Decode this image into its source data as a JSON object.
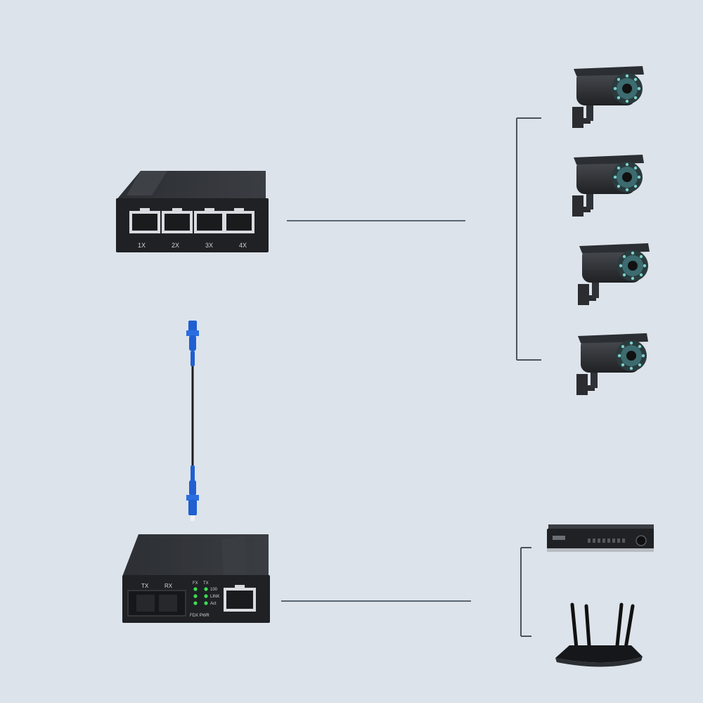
{
  "switch": {
    "port_labels": [
      "1X",
      "2X",
      "3X",
      "4X"
    ]
  },
  "converter": {
    "tx_label": "TX",
    "rx_label": "RX",
    "led_header_fx": "FX",
    "led_header_tx": "TX",
    "led_labels": [
      "100",
      "LINK",
      "Act"
    ],
    "bottom_label": "FDX PWR"
  },
  "cameras": {
    "count": 4
  },
  "colors": {
    "background": "#dde3ea",
    "device_body": "#1f2124",
    "connector_blue": "#1f5fd1",
    "line": "#5a6672",
    "led_green": "#3ddc54"
  }
}
